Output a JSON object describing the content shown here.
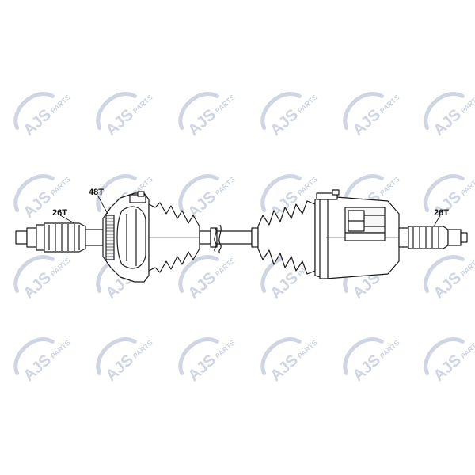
{
  "watermark": {
    "brand": "AJS",
    "word": "PARTS",
    "color": "#c7cedd"
  },
  "labels": {
    "outer_spline": "26T",
    "abs_ring": "48T",
    "inner_spline": "26T"
  },
  "colors": {
    "line": "#1a1a1a",
    "fill": "#ffffff"
  }
}
